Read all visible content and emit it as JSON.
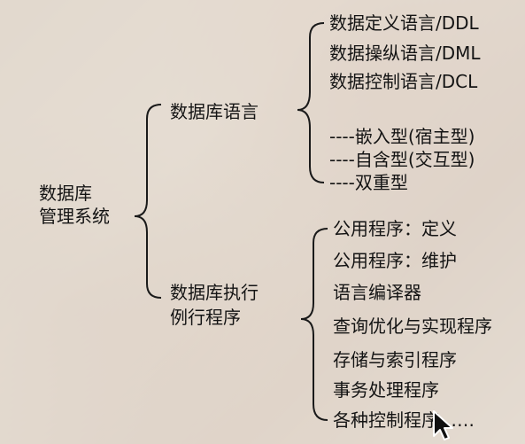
{
  "root": {
    "line1": "数据库",
    "line2": "管理系统"
  },
  "branches": [
    {
      "label": "数据库语言",
      "items": [
        "数据定义语言/DDL",
        "数据操纵语言/DML",
        "数据控制语言/DCL",
        "----嵌入型(宿主型)",
        "----自含型(交互型)",
        "----双重型"
      ]
    },
    {
      "label_line1": "数据库执行",
      "label_line2": "例行程序",
      "items": [
        "公用程序：定义",
        "公用程序：维护",
        "语言编译器",
        "查询优化与实现程序",
        "存储与索引程序",
        "事务处理程序",
        "各种控制程序……"
      ]
    }
  ],
  "icons": [
    "mouse-pointer-icon"
  ]
}
